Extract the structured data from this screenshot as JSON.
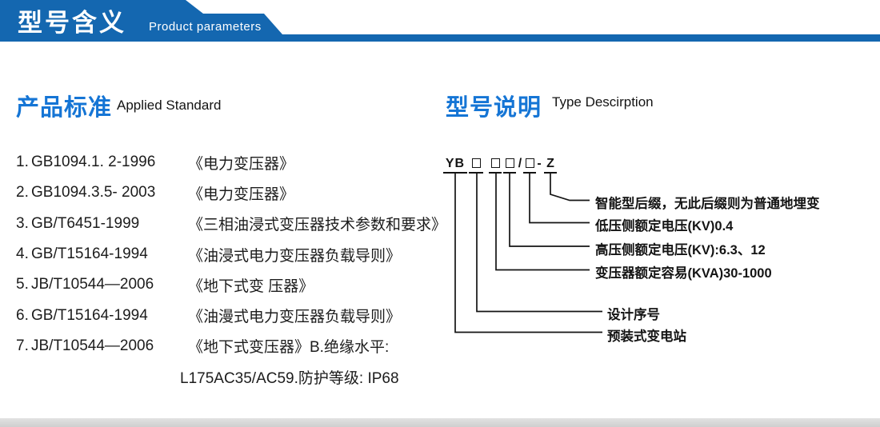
{
  "header": {
    "title_cn": "型号含义",
    "title_en": "Product parameters"
  },
  "colors": {
    "header_blue": "#1467b0",
    "accent_blue": "#1575d5",
    "text": "#1c1c1c"
  },
  "left": {
    "heading_cn": "产品标准",
    "heading_en": "Applied Standard",
    "standards": [
      {
        "num": "1.",
        "code": "GB1094.1. 2-1996",
        "title": "《电力变压器》"
      },
      {
        "num": "2.",
        "code": "GB1094.3.5- 2003",
        "title": "《电力变压器》"
      },
      {
        "num": "3.",
        "code": "GB/T6451-1999",
        "title": "《三相油浸式变压器技术参数和要求》"
      },
      {
        "num": "4.",
        "code": "GB/T15164-1994",
        "title": "《油浸式电力变压器负载导则》"
      },
      {
        "num": "5.",
        "code": "JB/T10544—2006",
        "title": "《地下式变 压器》"
      },
      {
        "num": "6.",
        "code": "GB/T15164-1994",
        "title": "《油漫式电力变压器负载导则》"
      },
      {
        "num": "7.",
        "code": "JB/T10544—2006",
        "title": "《地下式变压器》B.绝缘水平:"
      }
    ],
    "continuation": "L175AC35/AC59.防护等级: IP68"
  },
  "right": {
    "heading_cn": "型号说明",
    "heading_en": "Type Descirption",
    "model": {
      "prefix": "YB",
      "slash": "/",
      "dash": "-",
      "suffix": "Z"
    },
    "labels": [
      "智能型后缀，无此后缀则为普通地埋变",
      "低压侧额定电压(KV)0.4",
      "高压侧额定电压(KV):6.3、12",
      "变压器额定容易(KVA)30-1000",
      "设计序号",
      "预装式变电站"
    ]
  }
}
